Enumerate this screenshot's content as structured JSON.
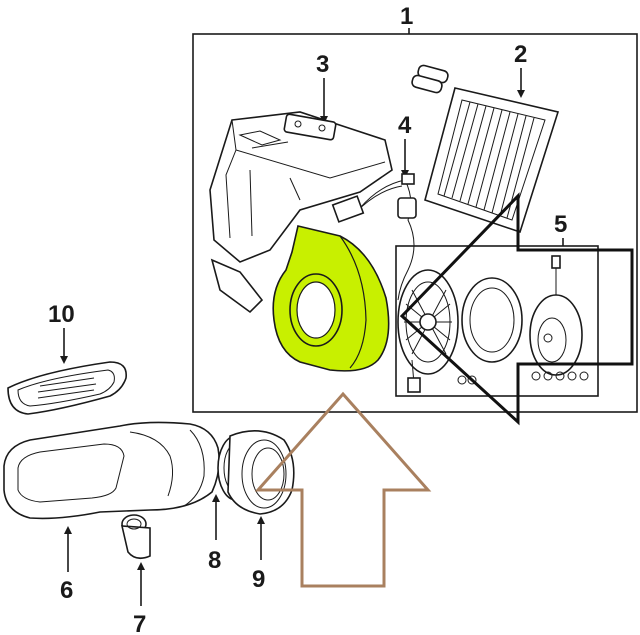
{
  "callouts": {
    "c1": "1",
    "c2": "2",
    "c3": "3",
    "c4": "4",
    "c5": "5",
    "c6": "6",
    "c7": "7",
    "c8": "8",
    "c9": "9",
    "c10": "10"
  },
  "colors": {
    "highlight": "#c8f000",
    "arrow_right_outline": "#111111",
    "arrow_up_outline": "#a9805f"
  },
  "icons": [
    "highlight-blower-housing",
    "left-pointing-arrow-icon",
    "up-pointing-arrow-icon"
  ]
}
